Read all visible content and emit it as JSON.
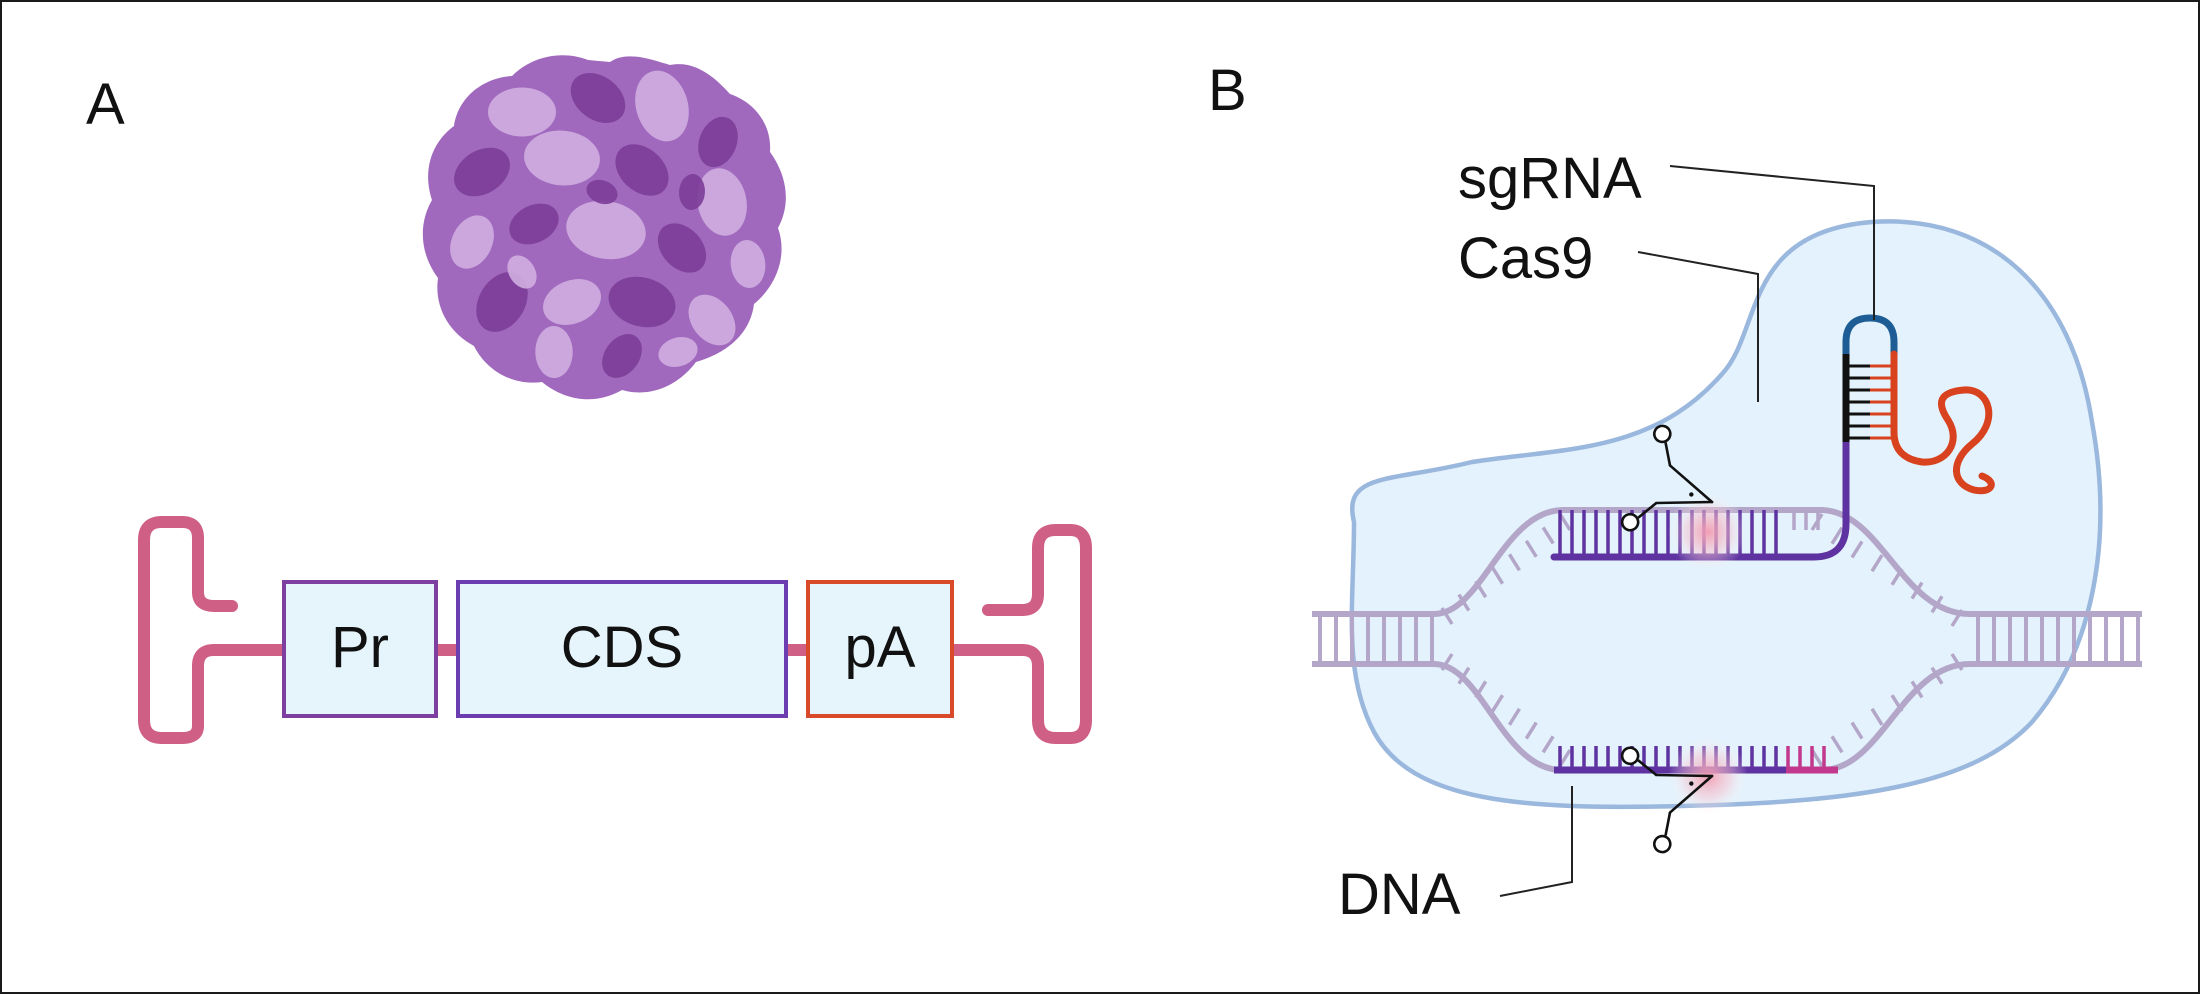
{
  "panels": {
    "a": {
      "letter": "A",
      "cassette": {
        "promoter": "Pr",
        "coding": "CDS",
        "polya": "pA"
      }
    },
    "b": {
      "letter": "B",
      "labels": {
        "sgrna": "sgRNA",
        "cas9": "Cas9",
        "dna": "DNA"
      }
    }
  },
  "colors": {
    "itr": "#cf5f84",
    "promoter_border": "#7e3fa0",
    "cds_border": "#6c3db0",
    "polya_border": "#d84a2a",
    "box_fill": "#e6f4fc",
    "capsid_dark": "#7b3d98",
    "capsid_mid": "#a069bd",
    "capsid_light": "#cfaee0",
    "cas9_fill": "#e3f2fc",
    "cas9_outline": "#9ab7dd",
    "dna_backbone": "#b3a6c9",
    "target_strand": "#5e32a0",
    "sgrna_spacer": "#5e32a0",
    "sgrna_loop": "#1d5c95",
    "sgrna_scaffold": "#d8421f",
    "pam": "#c2388c",
    "cut_glow": "#f2a3b5"
  }
}
